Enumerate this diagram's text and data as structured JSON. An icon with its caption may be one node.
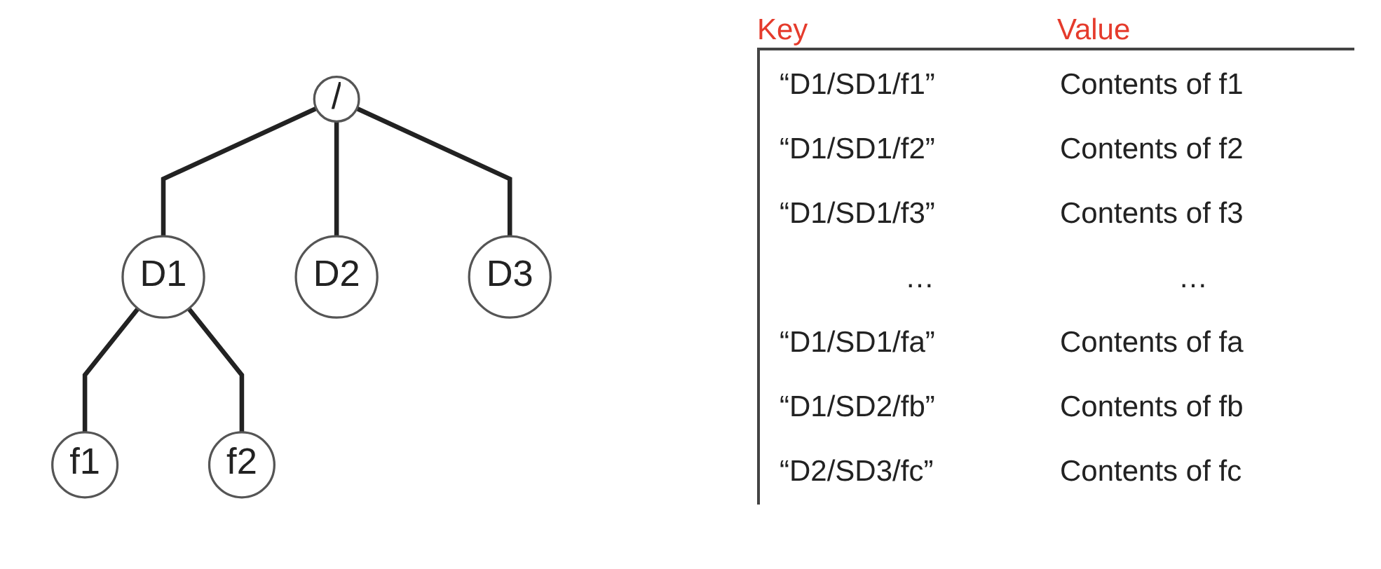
{
  "diagram": {
    "nodes": [
      {
        "text": [
          "/"
        ]
      },
      {
        "text": [
          "D1"
        ]
      },
      {
        "text": [
          "D2"
        ]
      },
      {
        "text": [
          "D3"
        ]
      },
      {
        "text": [
          "f1"
        ]
      },
      {
        "text": [
          "f2"
        ]
      }
    ],
    "edges": [
      {
        "from": 0,
        "to": 1,
        "arrow": "none"
      },
      {
        "from": 0,
        "to": 2,
        "arrow": "none"
      },
      {
        "from": 0,
        "to": 3,
        "arrow": "none"
      },
      {
        "from": 1,
        "to": 4,
        "arrow": "none"
      },
      {
        "from": 1,
        "to": 5,
        "arrow": "none"
      }
    ],
    "labels": [
      "Key",
      "Value",
      "“D1/SD1/f1”",
      "Contents of f1",
      "“D1/SD1/f2”",
      "Contents of f2",
      "“D1/SD1/f3”",
      "Contents of f3",
      "…",
      "…",
      "“D1/SD1/fa”",
      "Contents of fa",
      "“D1/SD2/fb”",
      "Contents of fb",
      "“D2/SD3/fc”",
      "Contents of fc"
    ]
  }
}
